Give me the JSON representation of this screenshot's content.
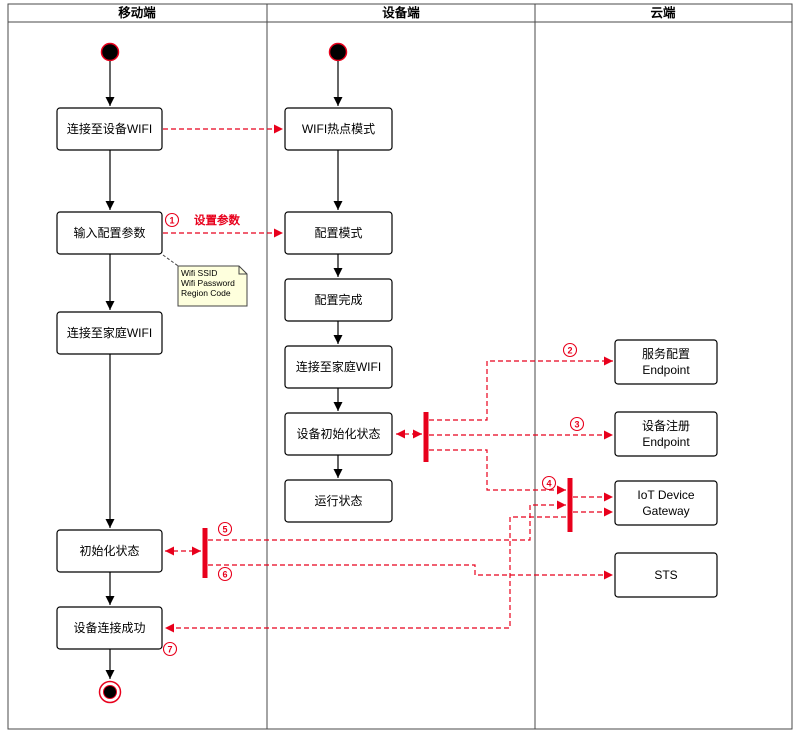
{
  "lanes": [
    {
      "label": "移动端"
    },
    {
      "label": "设备端"
    },
    {
      "label": "云端"
    }
  ],
  "mobile": {
    "connect_device_wifi": "连接至设备WIFI",
    "input_config_params": "输入配置参数",
    "connect_home_wifi": "连接至家庭WIFI",
    "init_state": "初始化状态",
    "device_connect_success": "设备连接成功"
  },
  "device": {
    "wifi_hotspot_mode": "WIFI热点模式",
    "config_mode": "配置模式",
    "config_done": "配置完成",
    "connect_home_wifi": "连接至家庭WIFI",
    "device_init_state": "设备初始化状态",
    "running_state": "运行状态"
  },
  "cloud": {
    "service_config": {
      "line1": "服务配置",
      "line2": "Endpoint"
    },
    "device_register": {
      "line1": "设备注册",
      "line2": "Endpoint"
    },
    "iot_gateway": {
      "line1": "IoT Device",
      "line2": "Gateway"
    },
    "sts": "STS"
  },
  "note": {
    "line1": "Wifi SSID",
    "line2": "Wifi Password",
    "line3": "Region Code"
  },
  "steps": {
    "n1": "1",
    "label1": "设置参数",
    "n2": "2",
    "n3": "3",
    "n4": "4",
    "n5": "5",
    "n6": "6",
    "n7": "7"
  },
  "colors": {
    "accent": "#E8001C",
    "line": "#000000",
    "note_fill": "#FEFFDD",
    "frame": "#4A4A4A"
  }
}
